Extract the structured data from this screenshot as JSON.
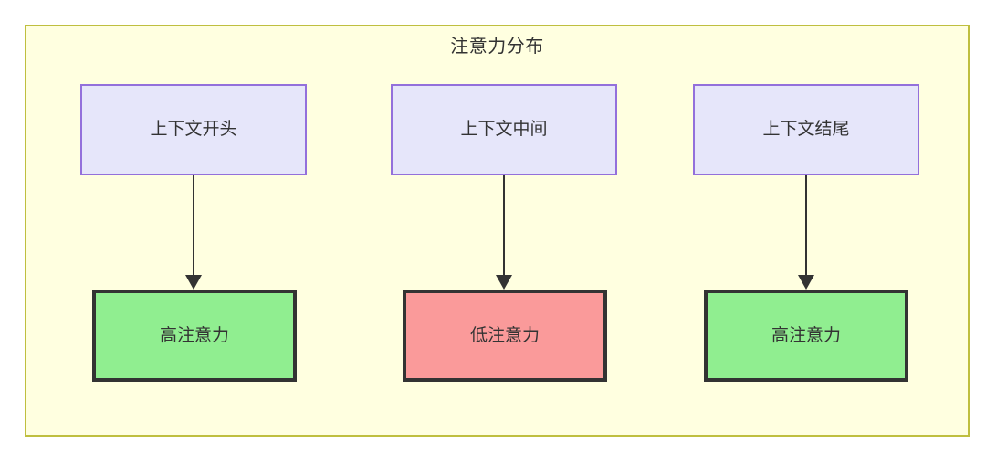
{
  "diagram": {
    "title": "注意力分布",
    "background_color": "#ffffe0",
    "border_color": "#bfbf3f",
    "nodes": {
      "context_start": {
        "label": "上下文开头",
        "fill": "#e6e6fa",
        "stroke": "#9370db"
      },
      "context_middle": {
        "label": "上下文中间",
        "fill": "#e6e6fa",
        "stroke": "#9370db"
      },
      "context_end": {
        "label": "上下文结尾",
        "fill": "#e6e6fa",
        "stroke": "#9370db"
      },
      "attention_high_start": {
        "label": "高注意力",
        "fill": "#90ee90",
        "stroke": "#333333"
      },
      "attention_low_middle": {
        "label": "低注意力",
        "fill": "#fa9a9a",
        "stroke": "#333333"
      },
      "attention_high_end": {
        "label": "高注意力",
        "fill": "#90ee90",
        "stroke": "#333333"
      }
    },
    "edges": [
      {
        "from": "context_start",
        "to": "attention_high_start",
        "label": ""
      },
      {
        "from": "context_middle",
        "to": "attention_low_middle",
        "label": ""
      },
      {
        "from": "context_end",
        "to": "attention_high_end",
        "label": ""
      }
    ]
  }
}
